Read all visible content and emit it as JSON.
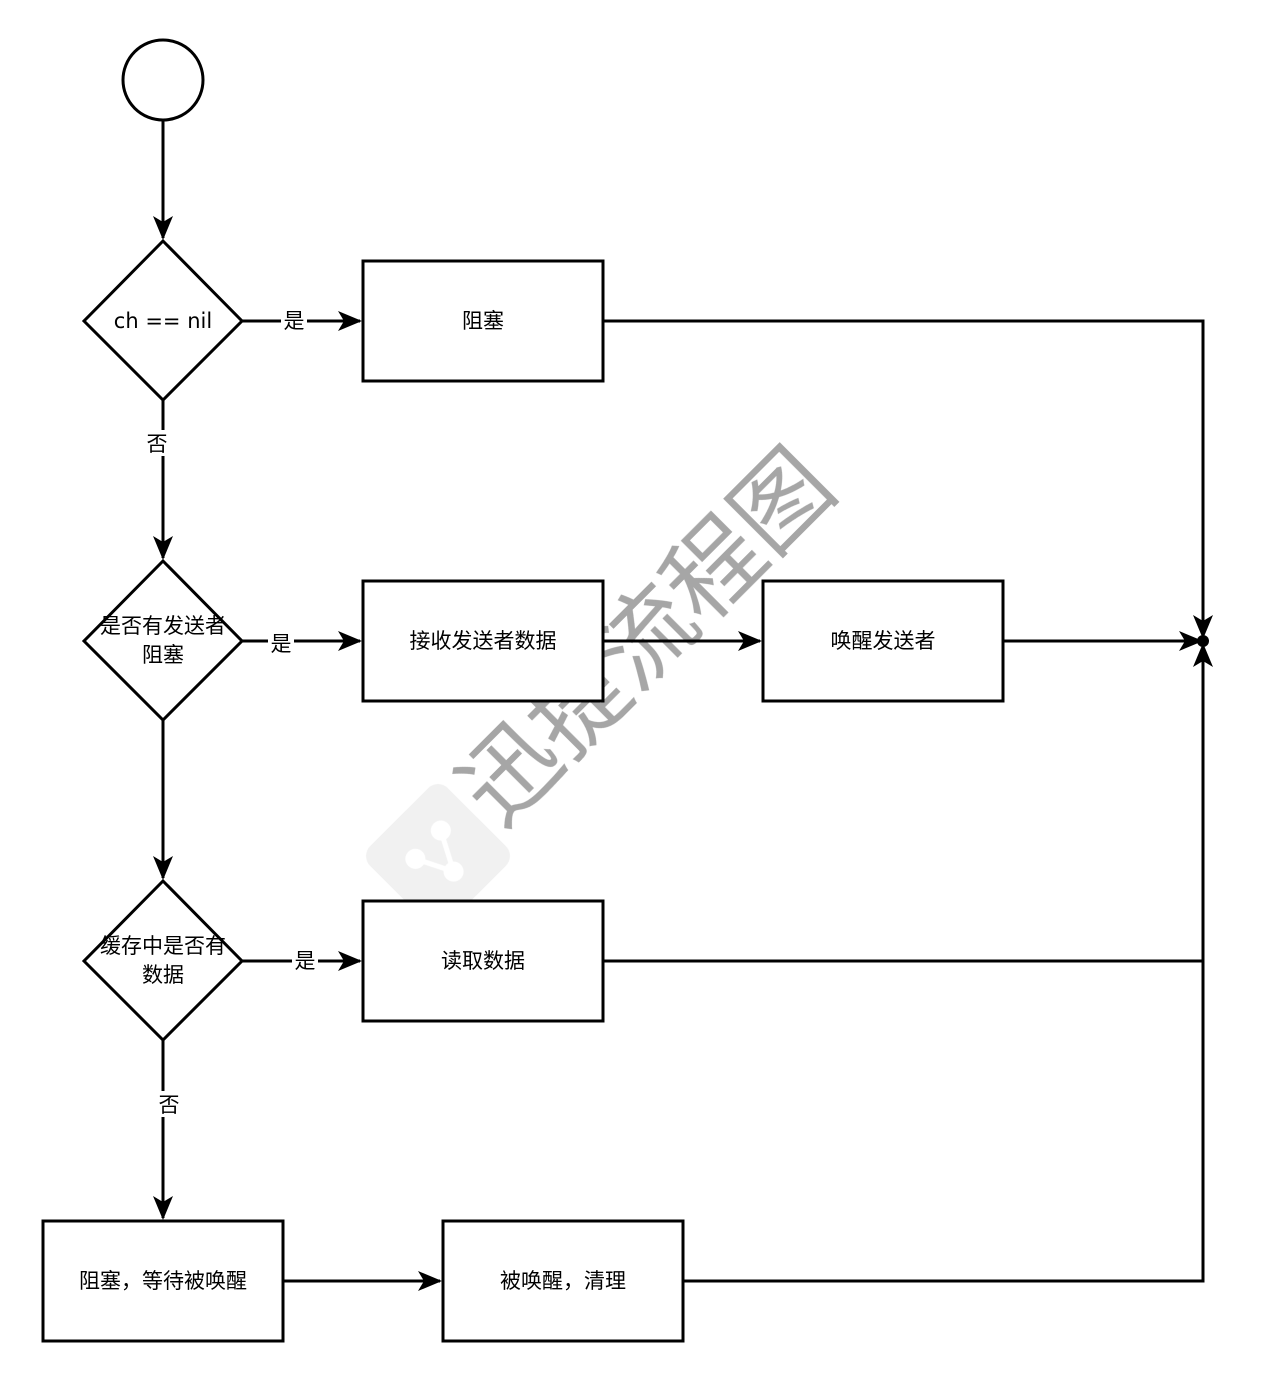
{
  "colors": {
    "stroke": "#000000",
    "fill": "#ffffff",
    "watermark": "#e6e6e6"
  },
  "watermark": {
    "text": "迅捷流程图",
    "icon": "watermark-logo-icon"
  },
  "nodes": {
    "start": {
      "shape": "circle"
    },
    "decision_nil": {
      "label": "ch == nil"
    },
    "decision_sender": {
      "line1": "是否有发送者",
      "line2": "阻塞"
    },
    "decision_buffer": {
      "line1": "缓存中是否有",
      "line2": "数据"
    },
    "block_nil": {
      "label": "阻塞"
    },
    "receive_sender_data": {
      "label": "接收发送者数据"
    },
    "wake_sender": {
      "label": "唤醒发送者"
    },
    "read_data": {
      "label": "读取数据"
    },
    "block_wait": {
      "label": "阻塞，等待被唤醒"
    },
    "woken_cleanup": {
      "label": "被唤醒，清理"
    }
  },
  "edge_labels": {
    "nil_yes": "是",
    "nil_no": "否",
    "sender_yes": "是",
    "buffer_yes": "是",
    "buffer_no": "否"
  }
}
